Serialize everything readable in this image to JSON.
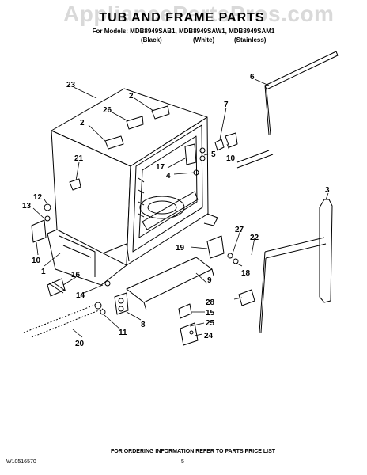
{
  "watermark": "AppliancePartsPros.com",
  "header": {
    "title": "TUB AND FRAME PARTS",
    "models_line": "For Models: MDB8949SAB1, MDB8949SAW1, MDB8949SAM1",
    "finishes": [
      "(Black)",
      "(White)",
      "(Stainless)"
    ]
  },
  "callouts": [
    "23",
    "2",
    "26",
    "2",
    "7",
    "6",
    "5",
    "21",
    "17",
    "4",
    "10",
    "3",
    "12",
    "13",
    "10",
    "1",
    "16",
    "19",
    "27",
    "22",
    "18",
    "9",
    "14",
    "28",
    "15",
    "8",
    "11",
    "25",
    "24",
    "20"
  ],
  "footer": {
    "doc_number": "W10516570",
    "page_number": "5",
    "ordering_note": "FOR ORDERING INFORMATION REFER TO PARTS PRICE LIST"
  }
}
